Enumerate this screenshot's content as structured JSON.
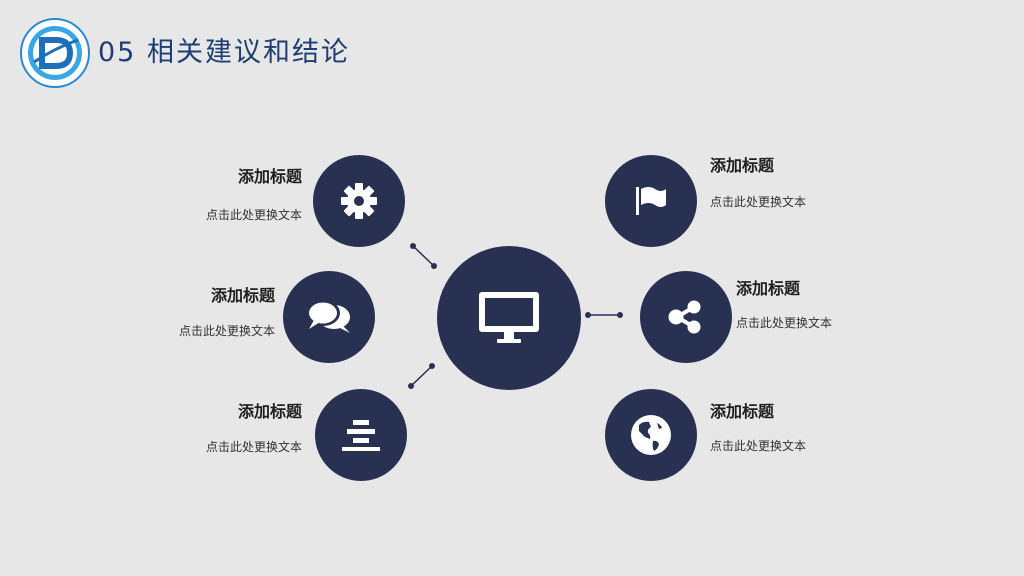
{
  "header": {
    "title": "05 相关建议和结论"
  },
  "colors": {
    "circle": "#293152",
    "title": "#1e3f73",
    "background": "#e7e7e8"
  },
  "items": [
    {
      "heading": "添加标题",
      "text": "点击此处更换文本",
      "icon": "gear-icon"
    },
    {
      "heading": "添加标题",
      "text": "点击此处更换文本",
      "icon": "chat-bubbles-icon"
    },
    {
      "heading": "添加标题",
      "text": "点击此处更换文本",
      "icon": "stacked-bars-icon"
    },
    {
      "heading": "添加标题",
      "text": "点击此处更换文本",
      "icon": "flag-icon"
    },
    {
      "heading": "添加标题",
      "text": "点击此处更换文本",
      "icon": "share-icon"
    },
    {
      "heading": "添加标题",
      "text": "点击此处更换文本",
      "icon": "globe-icon"
    }
  ],
  "center": {
    "icon": "monitor-icon"
  }
}
